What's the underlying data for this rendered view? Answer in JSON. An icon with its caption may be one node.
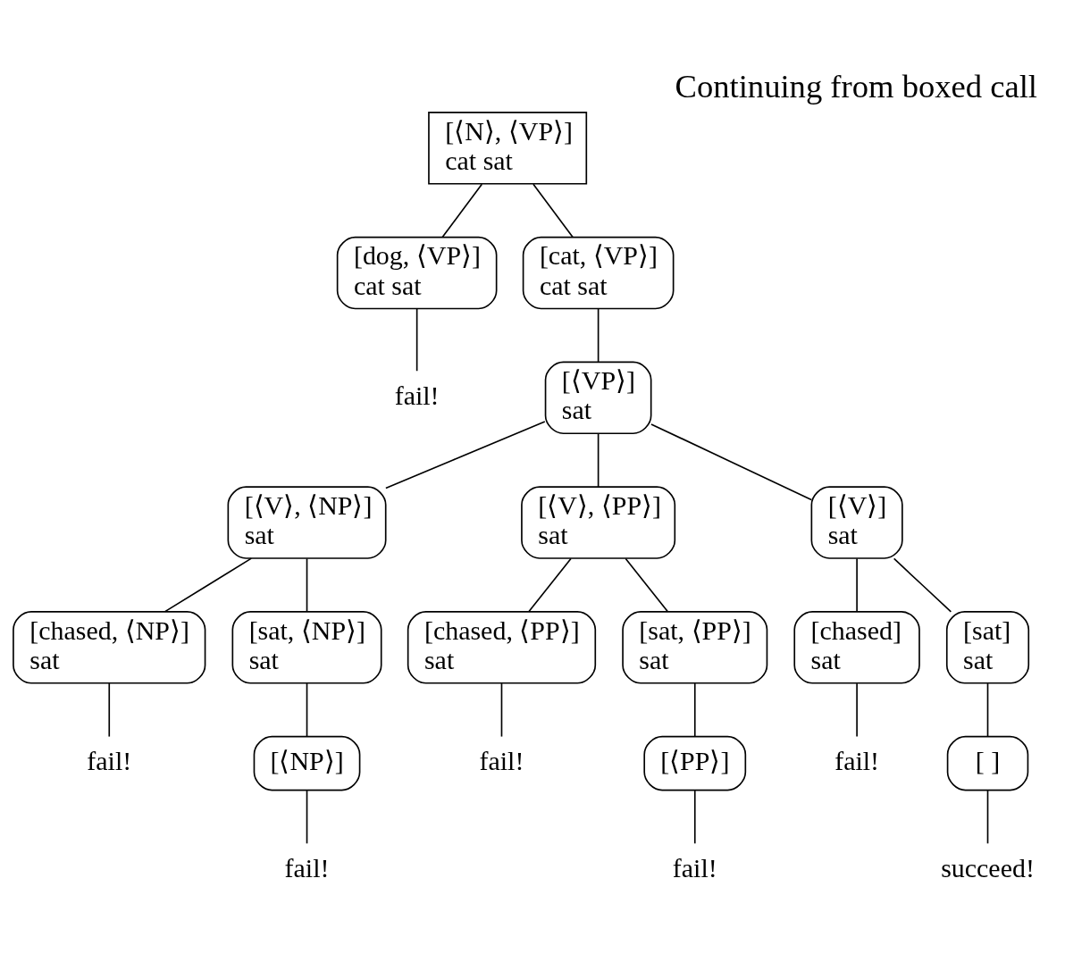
{
  "diagram": {
    "title": "Continuing from boxed call",
    "nodes": [
      {
        "text": [
          "[⟨N⟩, ⟨VP⟩]",
          "cat sat"
        ]
      },
      {
        "text": [
          "[dog, ⟨VP⟩]",
          "cat sat"
        ]
      },
      {
        "text": [
          "[cat, ⟨VP⟩]",
          "cat sat"
        ]
      },
      {
        "text": [
          "fail!"
        ]
      },
      {
        "text": [
          "[⟨VP⟩]",
          "sat"
        ]
      },
      {
        "text": [
          "[⟨V⟩, ⟨NP⟩]",
          "sat"
        ]
      },
      {
        "text": [
          "[⟨V⟩, ⟨PP⟩]",
          "sat"
        ]
      },
      {
        "text": [
          "[⟨V⟩]",
          "sat"
        ]
      },
      {
        "text": [
          "[chased, ⟨NP⟩]",
          "sat"
        ]
      },
      {
        "text": [
          "[sat, ⟨NP⟩]",
          "sat"
        ]
      },
      {
        "text": [
          "[chased, ⟨PP⟩]",
          "sat"
        ]
      },
      {
        "text": [
          "[sat, ⟨PP⟩]",
          "sat"
        ]
      },
      {
        "text": [
          "[chased]",
          "sat"
        ]
      },
      {
        "text": [
          "[sat]",
          "sat"
        ]
      },
      {
        "text": [
          "fail!"
        ]
      },
      {
        "text": [
          "[⟨NP⟩]"
        ]
      },
      {
        "text": [
          "fail!"
        ]
      },
      {
        "text": [
          "[⟨PP⟩]"
        ]
      },
      {
        "text": [
          "fail!"
        ]
      },
      {
        "text": [
          "[ ]"
        ]
      },
      {
        "text": [
          "fail!"
        ]
      },
      {
        "text": [
          "fail!"
        ]
      },
      {
        "text": [
          "succeed!"
        ]
      }
    ],
    "edges": [
      {
        "from": 0,
        "to": 1,
        "arrow": "none"
      },
      {
        "from": 0,
        "to": 2,
        "arrow": "none"
      },
      {
        "from": 1,
        "to": 3,
        "arrow": "none"
      },
      {
        "from": 2,
        "to": 4,
        "arrow": "none"
      },
      {
        "from": 4,
        "to": 5,
        "arrow": "none"
      },
      {
        "from": 4,
        "to": 6,
        "arrow": "none"
      },
      {
        "from": 4,
        "to": 7,
        "arrow": "none"
      },
      {
        "from": 5,
        "to": 8,
        "arrow": "none"
      },
      {
        "from": 5,
        "to": 9,
        "arrow": "none"
      },
      {
        "from": 6,
        "to": 10,
        "arrow": "none"
      },
      {
        "from": 6,
        "to": 11,
        "arrow": "none"
      },
      {
        "from": 7,
        "to": 12,
        "arrow": "none"
      },
      {
        "from": 7,
        "to": 13,
        "arrow": "none"
      },
      {
        "from": 8,
        "to": 14,
        "arrow": "none"
      },
      {
        "from": 9,
        "to": 15,
        "arrow": "none"
      },
      {
        "from": 10,
        "to": 16,
        "arrow": "none"
      },
      {
        "from": 11,
        "to": 17,
        "arrow": "none"
      },
      {
        "from": 12,
        "to": 18,
        "arrow": "none"
      },
      {
        "from": 13,
        "to": 19,
        "arrow": "none"
      },
      {
        "from": 15,
        "to": 20,
        "arrow": "none"
      },
      {
        "from": 17,
        "to": 21,
        "arrow": "none"
      },
      {
        "from": 19,
        "to": 22,
        "arrow": "none"
      }
    ]
  }
}
